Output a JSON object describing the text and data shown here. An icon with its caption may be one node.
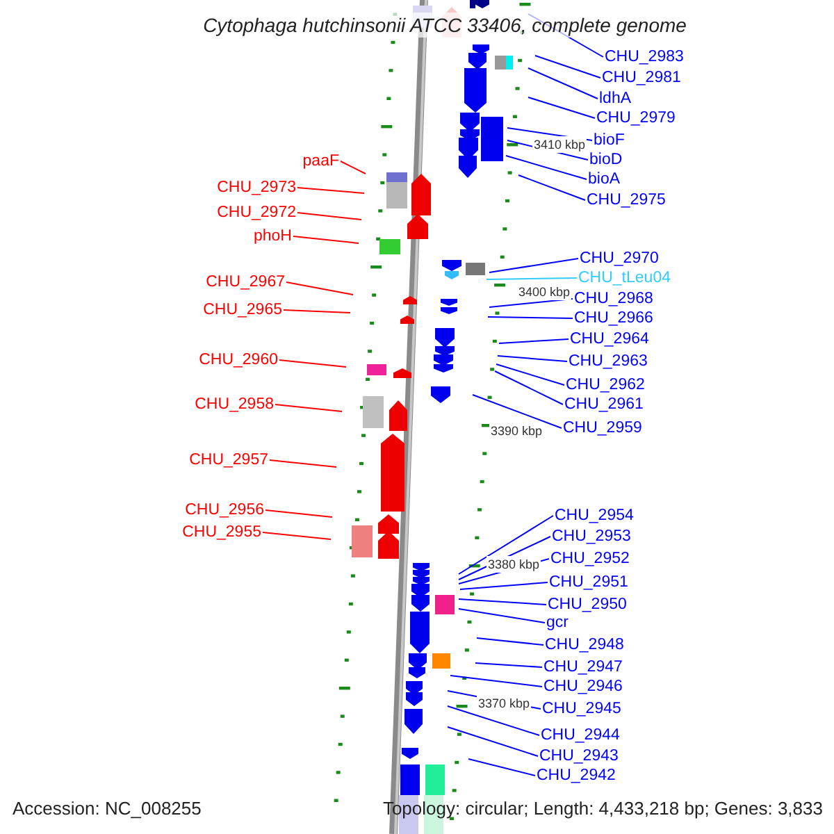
{
  "diagram": {
    "title": "Cytophaga hutchinsonii ATCC 33406, complete genome",
    "nodes": [
      {
        "text": [
          "CHU_2983"
        ]
      },
      {
        "text": [
          "CHU_2981"
        ]
      },
      {
        "text": [
          "ldhA"
        ]
      },
      {
        "text": [
          "CHU_2979"
        ]
      },
      {
        "text": [
          "bioF"
        ]
      },
      {
        "text": [
          "bioD"
        ]
      },
      {
        "text": [
          "paaF"
        ]
      },
      {
        "text": [
          "bioA"
        ]
      },
      {
        "text": [
          "CHU_2973"
        ]
      },
      {
        "text": [
          "CHU_2975"
        ]
      },
      {
        "text": [
          "CHU_2972"
        ]
      },
      {
        "text": [
          "phoH"
        ]
      },
      {
        "text": [
          "CHU_2970"
        ]
      },
      {
        "text": [
          "CHU_tLeu04"
        ]
      },
      {
        "text": [
          "CHU_2967"
        ]
      },
      {
        "text": [
          "CHU_2968"
        ]
      },
      {
        "text": [
          "CHU_2965"
        ]
      },
      {
        "text": [
          "CHU_2966"
        ]
      },
      {
        "text": [
          "CHU_2964"
        ]
      },
      {
        "text": [
          "CHU_2960"
        ]
      },
      {
        "text": [
          "CHU_2963"
        ]
      },
      {
        "text": [
          "CHU_2962"
        ]
      },
      {
        "text": [
          "CHU_2958"
        ]
      },
      {
        "text": [
          "CHU_2961"
        ]
      },
      {
        "text": [
          "CHU_2959"
        ]
      },
      {
        "text": [
          "CHU_2957"
        ]
      },
      {
        "text": [
          "CHU_2956"
        ]
      },
      {
        "text": [
          "CHU_2954"
        ]
      },
      {
        "text": [
          "CHU_2955"
        ]
      },
      {
        "text": [
          "CHU_2953"
        ]
      },
      {
        "text": [
          "CHU_2952"
        ]
      },
      {
        "text": [
          "CHU_2951"
        ]
      },
      {
        "text": [
          "CHU_2950"
        ]
      },
      {
        "text": [
          "gcr"
        ]
      },
      {
        "text": [
          "CHU_2948"
        ]
      },
      {
        "text": [
          "CHU_2947"
        ]
      },
      {
        "text": [
          "CHU_2946"
        ]
      },
      {
        "text": [
          "CHU_2945"
        ]
      },
      {
        "text": [
          "CHU_2944"
        ]
      },
      {
        "text": [
          "CHU_2943"
        ]
      },
      {
        "text": [
          "CHU_2942"
        ]
      }
    ],
    "edges": [
      {
        "from": 0,
        "to": null,
        "arrow": "none"
      },
      {
        "from": 1,
        "to": null,
        "arrow": "none"
      },
      {
        "from": 2,
        "to": null,
        "arrow": "none"
      },
      {
        "from": 3,
        "to": null,
        "arrow": "none"
      },
      {
        "from": 4,
        "to": null,
        "arrow": "none"
      },
      {
        "from": 5,
        "to": null,
        "arrow": "none"
      },
      {
        "from": 6,
        "to": null,
        "arrow": "none",
        "color": "#ff0000"
      },
      {
        "from": 7,
        "to": null,
        "arrow": "none"
      },
      {
        "from": 8,
        "to": null,
        "arrow": "none",
        "color": "#ff0000"
      },
      {
        "from": 9,
        "to": null,
        "arrow": "none"
      },
      {
        "from": 10,
        "to": null,
        "arrow": "none",
        "color": "#ff0000"
      },
      {
        "from": 11,
        "to": null,
        "arrow": "none",
        "color": "#ff0000"
      },
      {
        "from": 12,
        "to": null,
        "arrow": "none"
      },
      {
        "from": 13,
        "to": null,
        "arrow": "none",
        "color": "#33ccff"
      },
      {
        "from": 14,
        "to": null,
        "arrow": "none",
        "color": "#ff0000"
      },
      {
        "from": 15,
        "to": null,
        "arrow": "none"
      },
      {
        "from": 16,
        "to": null,
        "arrow": "none",
        "color": "#ff0000"
      },
      {
        "from": 17,
        "to": null,
        "arrow": "none"
      },
      {
        "from": 18,
        "to": null,
        "arrow": "none"
      },
      {
        "from": 19,
        "to": null,
        "arrow": "none",
        "color": "#ff0000"
      },
      {
        "from": 20,
        "to": null,
        "arrow": "none"
      },
      {
        "from": 21,
        "to": null,
        "arrow": "none"
      },
      {
        "from": 22,
        "to": null,
        "arrow": "none",
        "color": "#ff0000"
      },
      {
        "from": 23,
        "to": null,
        "arrow": "none"
      },
      {
        "from": 24,
        "to": null,
        "arrow": "none"
      },
      {
        "from": 25,
        "to": null,
        "arrow": "none",
        "color": "#ff0000"
      },
      {
        "from": 26,
        "to": null,
        "arrow": "none",
        "color": "#ff0000"
      },
      {
        "from": 27,
        "to": null,
        "arrow": "none"
      },
      {
        "from": 28,
        "to": null,
        "arrow": "none",
        "color": "#ff0000"
      },
      {
        "from": 29,
        "to": null,
        "arrow": "none"
      },
      {
        "from": 30,
        "to": null,
        "arrow": "none"
      },
      {
        "from": 31,
        "to": null,
        "arrow": "none"
      },
      {
        "from": 32,
        "to": null,
        "arrow": "none"
      },
      {
        "from": 33,
        "to": null,
        "arrow": "none"
      },
      {
        "from": 34,
        "to": null,
        "arrow": "none"
      },
      {
        "from": 35,
        "to": null,
        "arrow": "none"
      },
      {
        "from": 36,
        "to": null,
        "arrow": "none"
      },
      {
        "from": 37,
        "to": null,
        "arrow": "none"
      },
      {
        "from": 38,
        "to": null,
        "arrow": "none"
      },
      {
        "from": 39,
        "to": null,
        "arrow": "none"
      },
      {
        "from": 40,
        "to": null,
        "arrow": "none"
      }
    ],
    "labels": [
      "3410 kbp",
      "3400 kbp",
      "3390 kbp",
      "3380 kbp",
      "3370 kbp",
      "Accession: NC_008255",
      "Topology: circular; Length: 4,433,218 bp; Genes: 3,833"
    ]
  }
}
